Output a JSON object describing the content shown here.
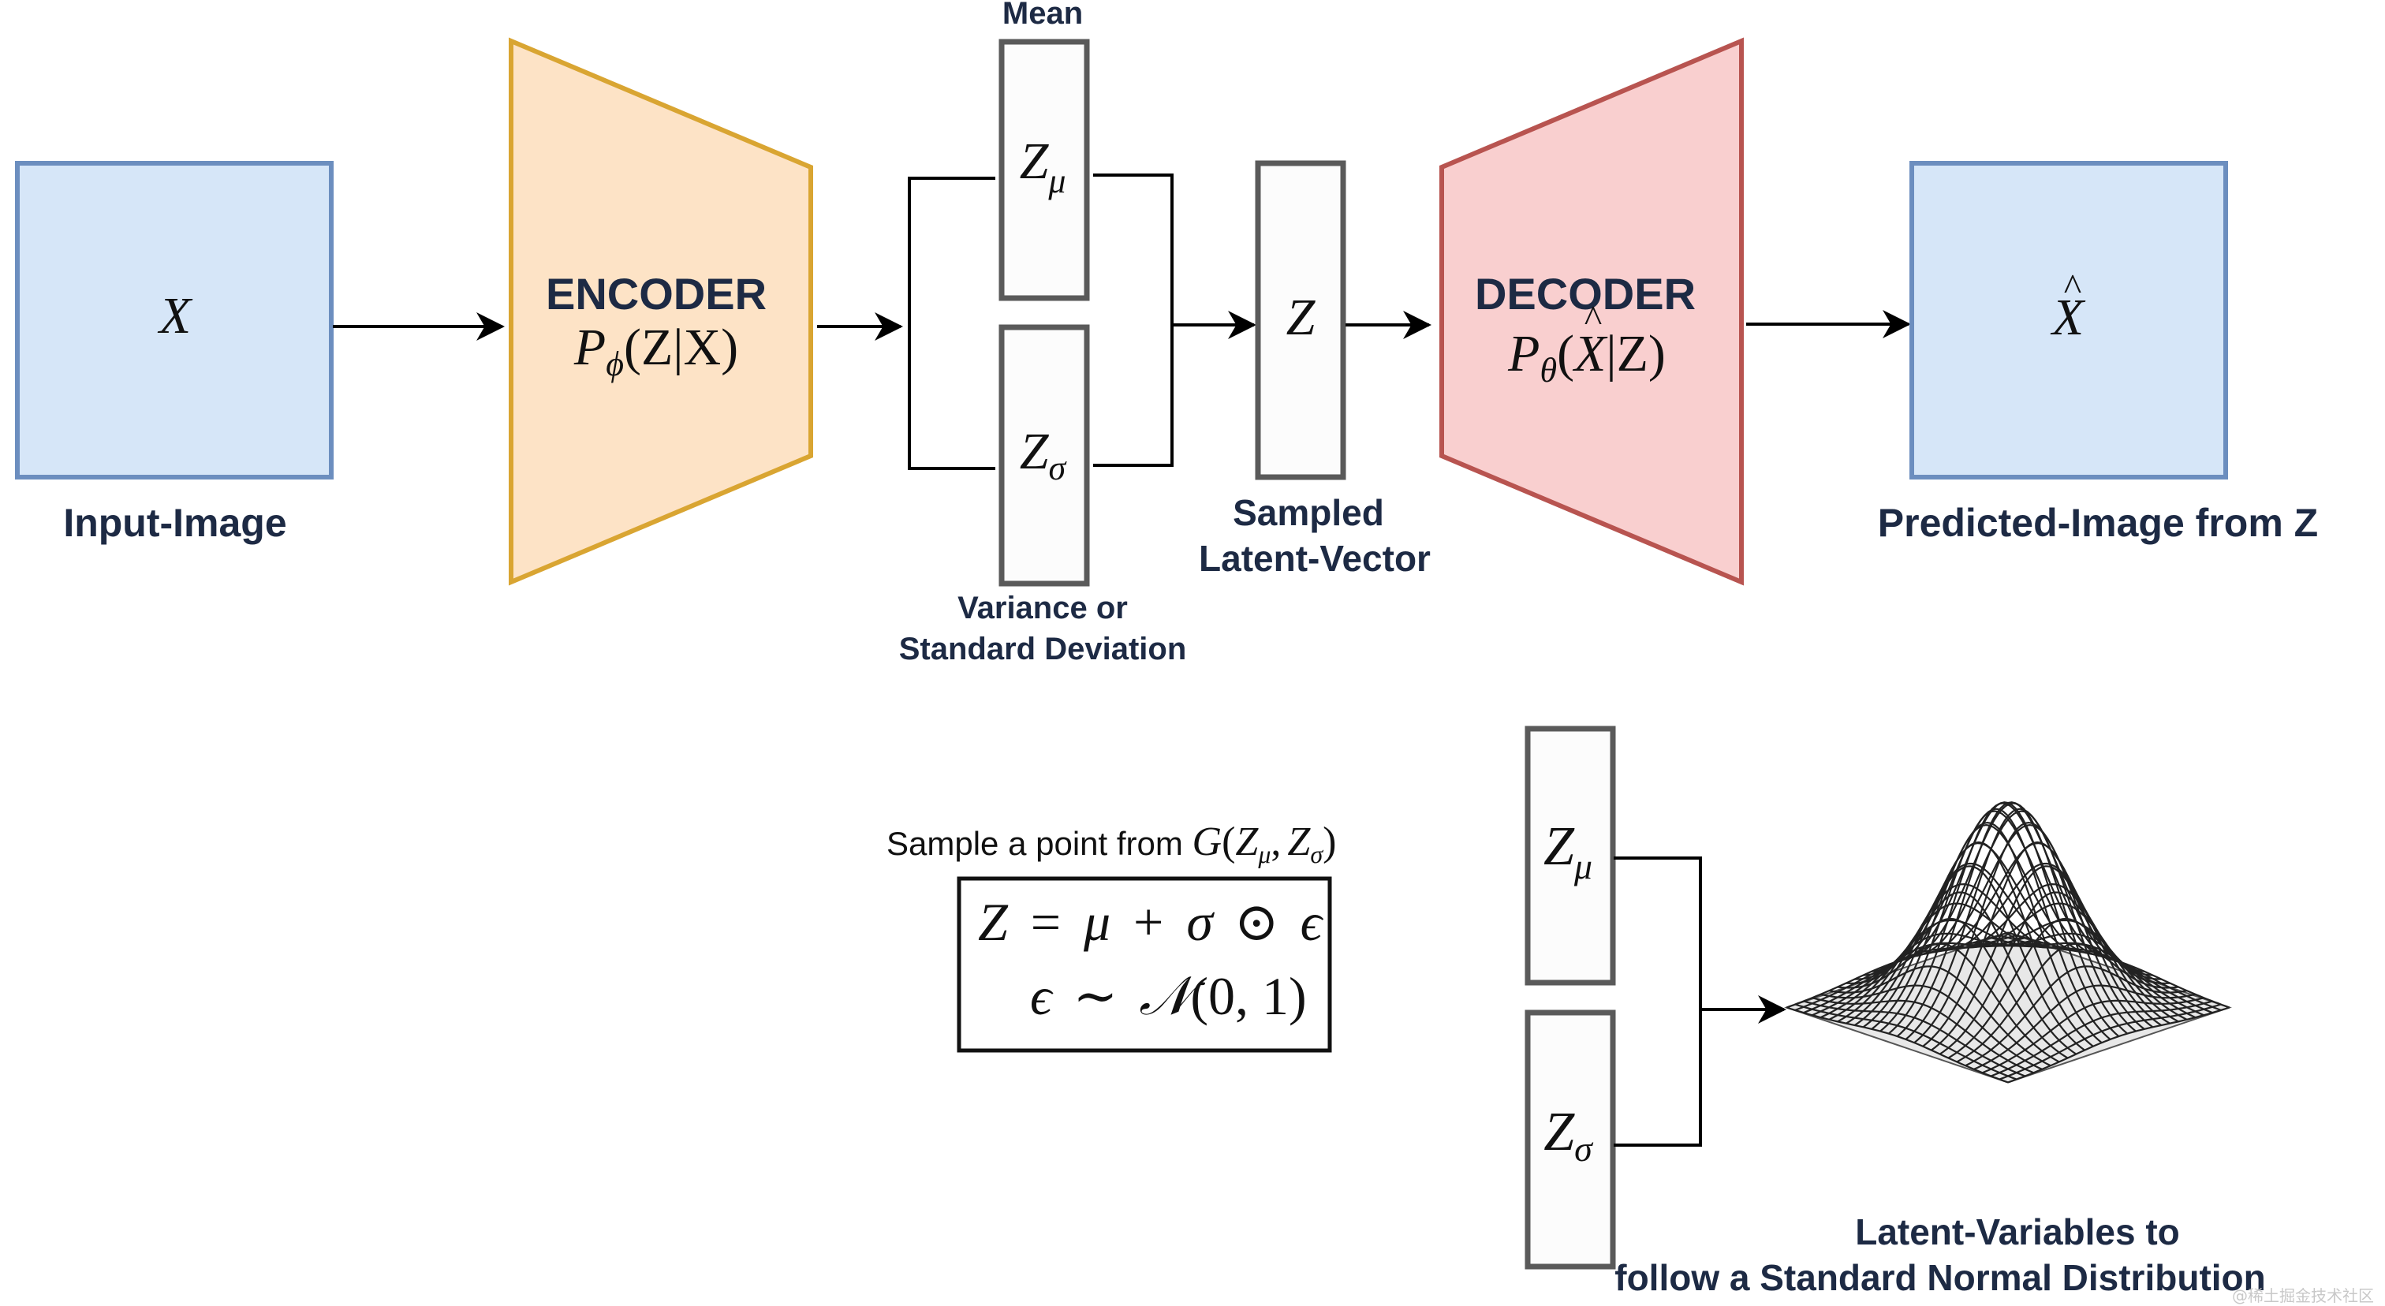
{
  "colors": {
    "image_fill": "#d6e6f8",
    "image_stroke": "#6c8ebf",
    "encoder_fill": "#fde3c6",
    "encoder_stroke": "#d9a532",
    "decoder_fill": "#f9cfcf",
    "decoder_stroke": "#b85450",
    "label_text": "#1d2a44"
  },
  "top_row": {
    "input": {
      "symbol": "X",
      "label": "Input-Image"
    },
    "encoder": {
      "title": "ENCODER",
      "formula": {
        "P": "P",
        "sub": "ϕ",
        "args": "(Z|X)"
      }
    },
    "mean": {
      "title": "Mean",
      "symbol": "Z",
      "sub": "μ"
    },
    "variance": {
      "title_line1": "Variance or",
      "title_line2": "Standard Deviation",
      "symbol": "Z",
      "sub": "σ"
    },
    "sampled": {
      "symbol": "Z",
      "label_line1": "Sampled",
      "label_line2": "Latent-Vector"
    },
    "decoder": {
      "title": "DECODER",
      "formula": {
        "P": "P",
        "sub": "θ",
        "open": "(",
        "xhat": "X",
        "hat": "^",
        "rest": "|Z)"
      }
    },
    "output": {
      "symbol": "X",
      "hat": "^",
      "label": "Predicted-Image from Z"
    }
  },
  "bottom_row": {
    "sample_caption": {
      "text": "Sample a point from",
      "func": "G",
      "open": "(",
      "z1": "Z",
      "sub1": "μ",
      "comma": ",",
      "z2": "Z",
      "sub2": "σ",
      "close": ")"
    },
    "equation_line1": {
      "lhs": "Z",
      "eq": "=",
      "mu": "μ",
      "plus": "+",
      "sigma": "σ",
      "odot": "⊙",
      "eps": "ϵ"
    },
    "equation_line2": {
      "eps": "ϵ",
      "tilde": "∼",
      "N": "𝒩",
      "args": "(0, 1)"
    },
    "latent_mu": {
      "symbol": "Z",
      "sub": "μ"
    },
    "latent_sigma": {
      "symbol": "Z",
      "sub": "σ"
    },
    "gaussian_icon": "gaussian-surface-3d",
    "caption_line1": "Latent-Variables to",
    "caption_line2": "follow a Standard Normal Distribution"
  },
  "watermark": "@稀土掘金技术社区"
}
